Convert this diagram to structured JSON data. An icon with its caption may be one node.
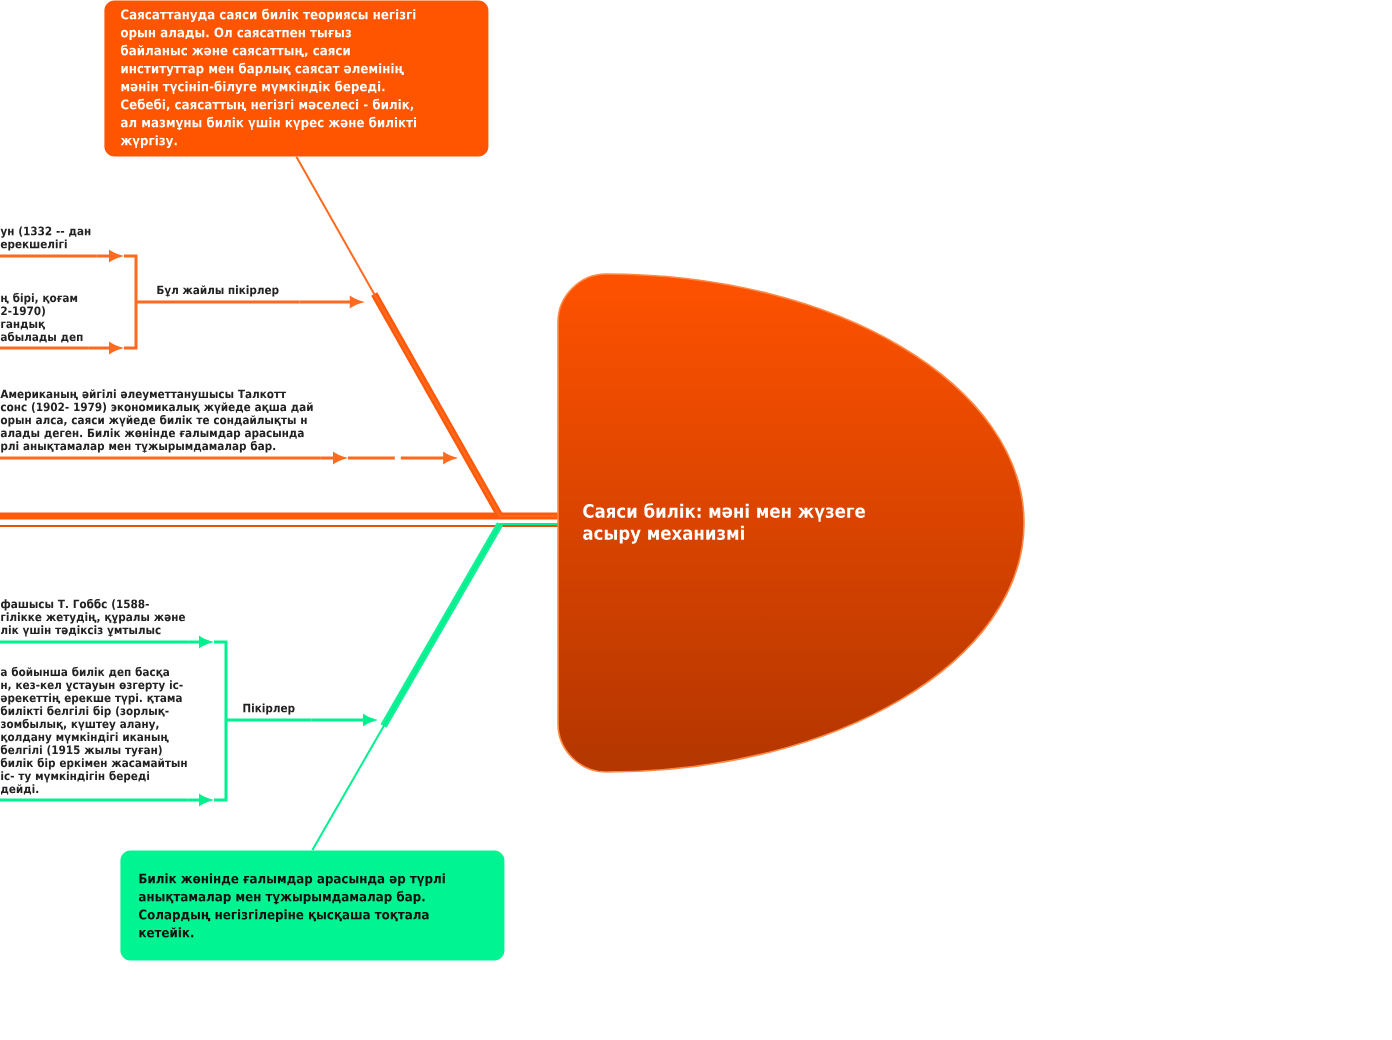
{
  "diagram": {
    "nodes": [
      {
        "text": [
          "Саясаттануда саяси билік теориясы негізгі орын алады. Ол саясатпен тығыз байланыс және саясаттың, саяси институттар мен барлық саясат әлемінің мәнін түсініп-білуге мүмкіндік береді. Себебі, саясаттың негізгі мәселесі - билік, ал мазмұны билік үшін күрес және билікті жүргізу."
        ]
      },
      {
        "text": [
          "ун (1332 -- дан ерекшелігі"
        ]
      },
      {
        "text": [
          "ң бірі, қоғам 2-1970) гандық абылады деп"
        ]
      },
      {
        "text": [
          "Бұл жайлы пікірлер"
        ]
      },
      {
        "text": [
          "Американың әйгілі әлеуметтанушысы Талкотт сонс (1902- 1979) экономикалық жүйеде ақша дай орын алса, саяси жүйеде билік те сондайлықты н алады деген. Билік жөнінде ғалымдар арасында рлі анықтамалар мен тұжырымдамалар бар."
        ]
      },
      {
        "text": [],
        "shape": "bar"
      },
      {
        "text": [
          "Саяси билік: мәні мен жүзеге асыру механизмі"
        ]
      },
      {
        "text": [
          "фашысы Т. Гоббс (1588- гілікке жетудің, құралы және лік үшін тәдіксіз ұмтылыс"
        ]
      },
      {
        "text": [
          "а бойынша билік деп басқа н, кез-кел ұстауын өзгерту іс-әрекеттің ерекше түрі. қтама билікті белгілі бір (зорлық-зомбылық, күштеу алану, қолдану мүмкіндігі иканың белгілі (1915 жылы туған) билік бір еркімен жасамайтын іс- ту мүмкіндігін береді дейді."
        ]
      },
      {
        "text": [
          "Пікірлер"
        ]
      },
      {
        "text": [
          "Билік жөнінде ғалымдар арасында әр түрлі анықтамалар мен тұжырымдамалар бар. Солардың негізгілеріне қысқаша тоқтала кетейік."
        ]
      }
    ],
    "edges": [
      {
        "from": 6,
        "to": 0,
        "arrow": "none"
      },
      {
        "from": 1,
        "to": 3,
        "arrow": "to"
      },
      {
        "from": 2,
        "to": 3,
        "arrow": "to"
      },
      {
        "from": 3,
        "to": null,
        "arrow": "to"
      },
      {
        "from": 4,
        "to": 5,
        "arrow": "to"
      },
      {
        "from": 5,
        "to": null,
        "arrow": "to"
      },
      {
        "from": 6,
        "to": 10,
        "arrow": "none",
        "color": "#00f090"
      },
      {
        "from": 7,
        "to": 9,
        "arrow": "to",
        "color": "#00f090"
      },
      {
        "from": 8,
        "to": 9,
        "arrow": "to",
        "color": "#00f090"
      },
      {
        "from": 9,
        "to": null,
        "arrow": "to",
        "color": "#00f090"
      }
    ]
  }
}
